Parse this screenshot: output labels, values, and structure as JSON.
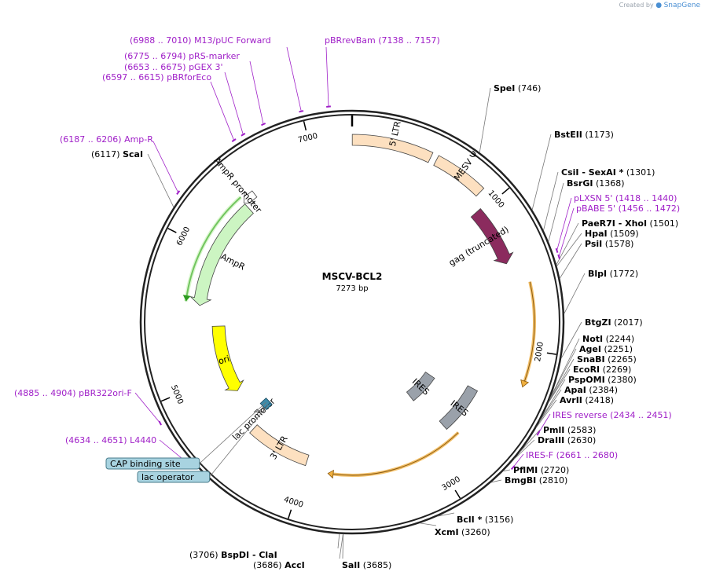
{
  "plasmid": {
    "name": "MSCV-BCL2",
    "length_label": "7273 bp",
    "length": 7273
  },
  "watermark": {
    "prefix": "Created by",
    "brand": "SnapGene"
  },
  "ticks": [
    {
      "pos": 1000,
      "label": "1000"
    },
    {
      "pos": 2000,
      "label": "2000"
    },
    {
      "pos": 3000,
      "label": "3000"
    },
    {
      "pos": 4000,
      "label": "4000"
    },
    {
      "pos": 5000,
      "label": "5000"
    },
    {
      "pos": 6000,
      "label": "6000"
    },
    {
      "pos": 7000,
      "label": "7000"
    }
  ],
  "features": [
    {
      "name": "5' LTR",
      "label": "5' LTR",
      "type": "ltr",
      "start": 1,
      "end": 515,
      "strand": 0,
      "color": "#fde0c0"
    },
    {
      "name": "MESV psi",
      "label": "MESV Ψ",
      "type": "ltr",
      "start": 555,
      "end": 900,
      "strand": 0,
      "color": "#fde0c0"
    },
    {
      "name": "gag (truncated)",
      "label": "gag (truncated)",
      "type": "cds",
      "start": 980,
      "end": 1400,
      "strand": 1,
      "color": "#8b2b5e"
    },
    {
      "name": "orange arc 1",
      "label": "",
      "type": "arc",
      "start": 1560,
      "end": 2240,
      "strand": 1,
      "color": "#f0b040"
    },
    {
      "name": "IRES 1",
      "label": "IRES",
      "type": "misc",
      "start": 2510,
      "end": 2870,
      "strand": 0,
      "color": "#9aa1aa"
    },
    {
      "name": "IRES 2",
      "label": "IRES",
      "type": "misc",
      "start": 2400,
      "end": 2800,
      "strand": 0,
      "color": "#9aa1aa"
    },
    {
      "name": "orange arc 2",
      "label": "",
      "type": "arc",
      "start": 2750,
      "end": 3820,
      "strand": 1,
      "color": "#f0b040"
    },
    {
      "name": "3' LTR",
      "label": "3' LTR",
      "type": "ltr",
      "start": 4000,
      "end": 4500,
      "strand": 0,
      "color": "#fde0c0"
    },
    {
      "name": "lac promoter",
      "label": "lac promoter",
      "type": "promoter",
      "start": 4540,
      "end": 4570,
      "strand": -1,
      "color": "#ffffff"
    },
    {
      "name": "ori",
      "label": "ori",
      "type": "ori",
      "start": 4830,
      "end": 5420,
      "strand": -1,
      "color": "#ffff00"
    },
    {
      "name": "AmpR",
      "label": "AmpR",
      "type": "cds",
      "start": 5580,
      "end": 6420,
      "strand": -1,
      "color": "#ccf5c2"
    },
    {
      "name": "AmpR promoter",
      "label": "AmpR promoter",
      "type": "promoter",
      "start": 6420,
      "end": 6520,
      "strand": -1,
      "color": "#ffffff"
    }
  ],
  "primers_on_map": [
    {
      "name": "green arc AmpR",
      "start": 5600,
      "end": 6430,
      "color": "#2d9b20"
    }
  ],
  "enzymes": [
    {
      "name": "SpeI",
      "extra": "",
      "pos_label": "(746)",
      "pos": 746
    },
    {
      "name": "BstEII",
      "extra": "",
      "pos_label": "(1173)",
      "pos": 1173
    },
    {
      "name": "CsiI",
      "extra": "SexAI *",
      "pos_label": "(1301)",
      "pos": 1301
    },
    {
      "name": "BsrGI",
      "extra": "",
      "pos_label": "(1368)",
      "pos": 1368
    },
    {
      "name": "PaeR7I",
      "extra": "XhoI",
      "pos_label": "(1501)",
      "pos": 1501
    },
    {
      "name": "HpaI",
      "extra": "",
      "pos_label": "(1509)",
      "pos": 1509
    },
    {
      "name": "PsiI",
      "extra": "",
      "pos_label": "(1578)",
      "pos": 1578
    },
    {
      "name": "BlpI",
      "extra": "",
      "pos_label": "(1772)",
      "pos": 1772
    },
    {
      "name": "BtgZI",
      "extra": "",
      "pos_label": "(2017)",
      "pos": 2017
    },
    {
      "name": "NotI",
      "extra": "",
      "pos_label": "(2244)",
      "pos": 2244
    },
    {
      "name": "AgeI",
      "extra": "",
      "pos_label": "(2251)",
      "pos": 2251
    },
    {
      "name": "SnaBI",
      "extra": "",
      "pos_label": "(2265)",
      "pos": 2265
    },
    {
      "name": "EcoRI",
      "extra": "",
      "pos_label": "(2269)",
      "pos": 2269
    },
    {
      "name": "PspOMI",
      "extra": "",
      "pos_label": "(2380)",
      "pos": 2380
    },
    {
      "name": "ApaI",
      "extra": "",
      "pos_label": "(2384)",
      "pos": 2384
    },
    {
      "name": "AvrII",
      "extra": "",
      "pos_label": "(2418)",
      "pos": 2418
    },
    {
      "name": "PmlI",
      "extra": "",
      "pos_label": "(2583)",
      "pos": 2583
    },
    {
      "name": "DraIII",
      "extra": "",
      "pos_label": "(2630)",
      "pos": 2630
    },
    {
      "name": "PflMI",
      "extra": "",
      "pos_label": "(2720)",
      "pos": 2720
    },
    {
      "name": "BmgBI",
      "extra": "",
      "pos_label": "(2810)",
      "pos": 2810
    },
    {
      "name": "BclI *",
      "extra": "",
      "pos_label": "(3156)",
      "pos": 3156
    },
    {
      "name": "XcmI",
      "extra": "",
      "pos_label": "(3260)",
      "pos": 3260
    },
    {
      "name": "SalI",
      "extra": "",
      "pos_label": "(3685)",
      "pos": 3685
    },
    {
      "name": "AccI",
      "extra": "",
      "pos_label": "(3686)",
      "pos": 3686
    },
    {
      "name": "BspDI",
      "extra": "ClaI",
      "pos_label": "(3706)",
      "pos": 3706
    },
    {
      "name": "ScaI",
      "extra": "",
      "pos_label": "(6117)",
      "pos": 6117
    }
  ],
  "primers": [
    {
      "name": "M13/pUC Forward",
      "range": "(6988 .. 7010)",
      "pos": 6999
    },
    {
      "name": "pBRrevBam",
      "range": "(7138 .. 7157)",
      "pos": 7147
    },
    {
      "name": "pRS-marker",
      "range": "(6775 .. 6794)",
      "pos": 6785
    },
    {
      "name": "pGEX 3'",
      "range": "(6653 .. 6675)",
      "pos": 6664
    },
    {
      "name": "pBRforEco",
      "range": "(6597 .. 6615)",
      "pos": 6606
    },
    {
      "name": "Amp-R",
      "range": "(6187 .. 6206)",
      "pos": 6196
    },
    {
      "name": "pLXSN 5'",
      "range": "(1418 .. 1440)",
      "pos": 1429
    },
    {
      "name": "pBABE 5'",
      "range": "(1456 .. 1472)",
      "pos": 1464
    },
    {
      "name": "IRES reverse",
      "range": "(2434 .. 2451)",
      "pos": 2442
    },
    {
      "name": "IRES-F",
      "range": "(2661 .. 2680)",
      "pos": 2670
    },
    {
      "name": "pBR322ori-F",
      "range": "(4885 .. 4904)",
      "pos": 4894
    },
    {
      "name": "L4440",
      "range": "(4634 .. 4651)",
      "pos": 4642
    }
  ],
  "boxed_features": [
    {
      "name": "CAP binding site",
      "pos": 4586,
      "color": "#a8d3e0"
    },
    {
      "name": "lac operator",
      "pos": 4555,
      "color": "#a8d3e0"
    }
  ]
}
